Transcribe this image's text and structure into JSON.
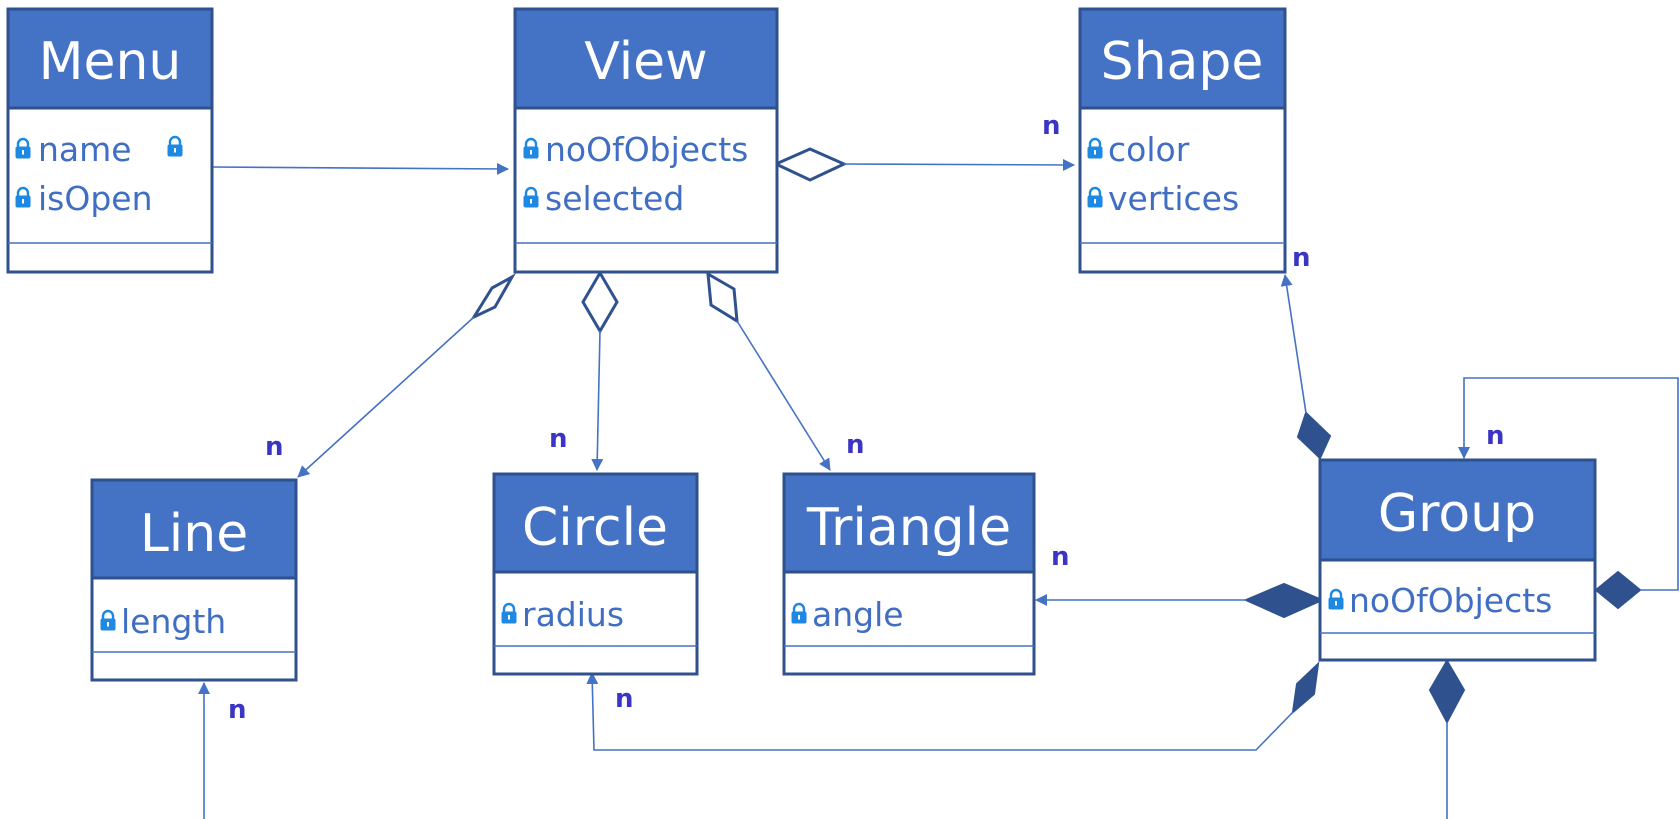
{
  "colors": {
    "header_fill": "#4472c4",
    "border": "#2f528f",
    "line": "#4472c4",
    "text": "#3f6ec2",
    "multiplicity": "#3b35c4",
    "lock_icon": "#1e88e5"
  },
  "classes": {
    "menu": {
      "name": "Menu",
      "attributes": [
        "name",
        "isOpen"
      ],
      "icon": "lock-icon"
    },
    "view": {
      "name": "View",
      "attributes": [
        "noOfObjects",
        "selected"
      ],
      "icon": "lock-icon"
    },
    "shape": {
      "name": "Shape",
      "attributes": [
        "color",
        "vertices"
      ],
      "icon": "lock-icon"
    },
    "line": {
      "name": "Line",
      "attributes": [
        "length"
      ],
      "icon": "lock-icon"
    },
    "circle": {
      "name": "Circle",
      "attributes": [
        "radius"
      ],
      "icon": "lock-icon"
    },
    "triangle": {
      "name": "Triangle",
      "attributes": [
        "angle"
      ],
      "icon": "lock-icon"
    },
    "group": {
      "name": "Group",
      "attributes": [
        "noOfObjects"
      ],
      "icon": "lock-icon"
    }
  },
  "relationships": [
    {
      "from": "Menu",
      "to": "View",
      "kind": "association"
    },
    {
      "from": "View",
      "to": "Shape",
      "kind": "aggregation",
      "multiplicity": "n"
    },
    {
      "from": "View",
      "to": "Line",
      "kind": "aggregation",
      "multiplicity": "n"
    },
    {
      "from": "View",
      "to": "Circle",
      "kind": "aggregation",
      "multiplicity": "n"
    },
    {
      "from": "View",
      "to": "Triangle",
      "kind": "aggregation",
      "multiplicity": "n"
    },
    {
      "from": "Group",
      "to": "Shape",
      "kind": "composition",
      "multiplicity": "n"
    },
    {
      "from": "Group",
      "to": "Group",
      "kind": "composition",
      "multiplicity": "n"
    },
    {
      "from": "Group",
      "to": "Triangle",
      "kind": "composition",
      "multiplicity": "n"
    },
    {
      "from": "Group",
      "to": "Circle",
      "kind": "composition",
      "multiplicity": "n"
    },
    {
      "from": "Group",
      "to": "Line",
      "kind": "composition",
      "multiplicity": "n"
    }
  ]
}
